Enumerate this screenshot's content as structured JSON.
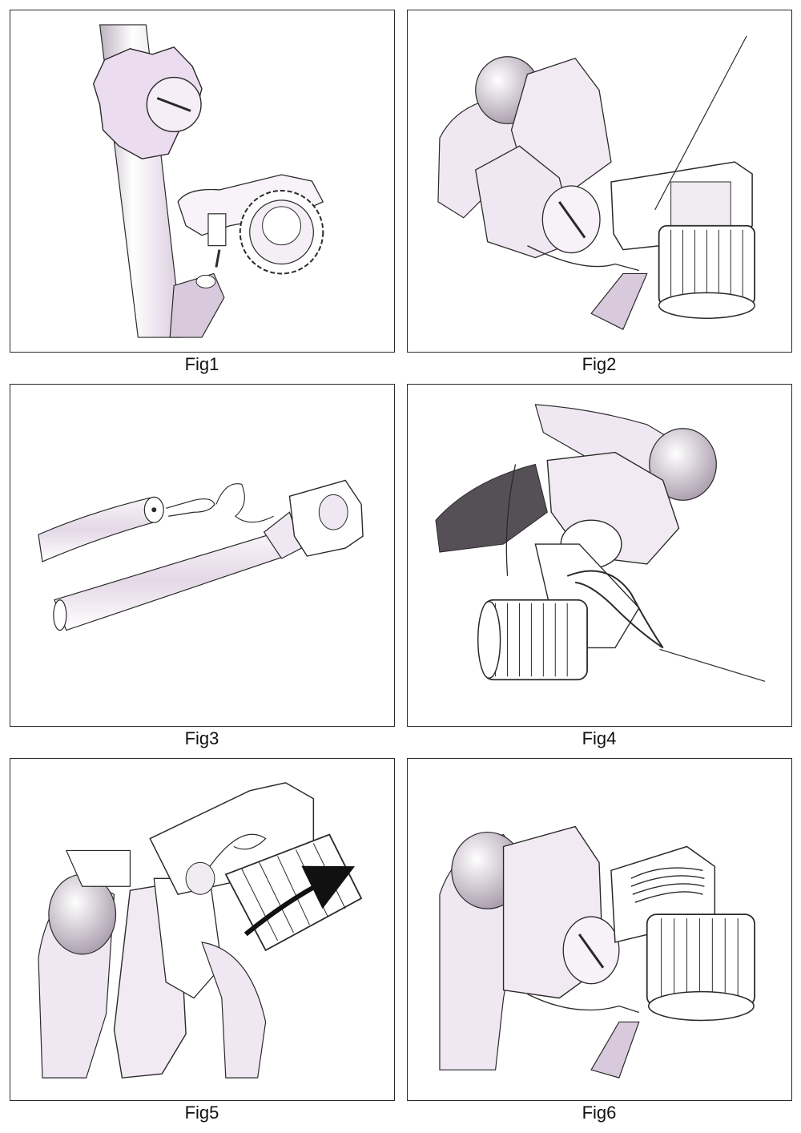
{
  "figures": [
    {
      "caption": "Fig1"
    },
    {
      "caption": "Fig2"
    },
    {
      "caption": "Fig3"
    },
    {
      "caption": "Fig4"
    },
    {
      "caption": "Fig5"
    },
    {
      "caption": "Fig6"
    }
  ],
  "colors": {
    "border": "#2a2a2a",
    "part_fill": "#efe7f1",
    "part_shade": "#d9c9dc",
    "line": "#2a2a2a",
    "arrow": "#111111"
  }
}
